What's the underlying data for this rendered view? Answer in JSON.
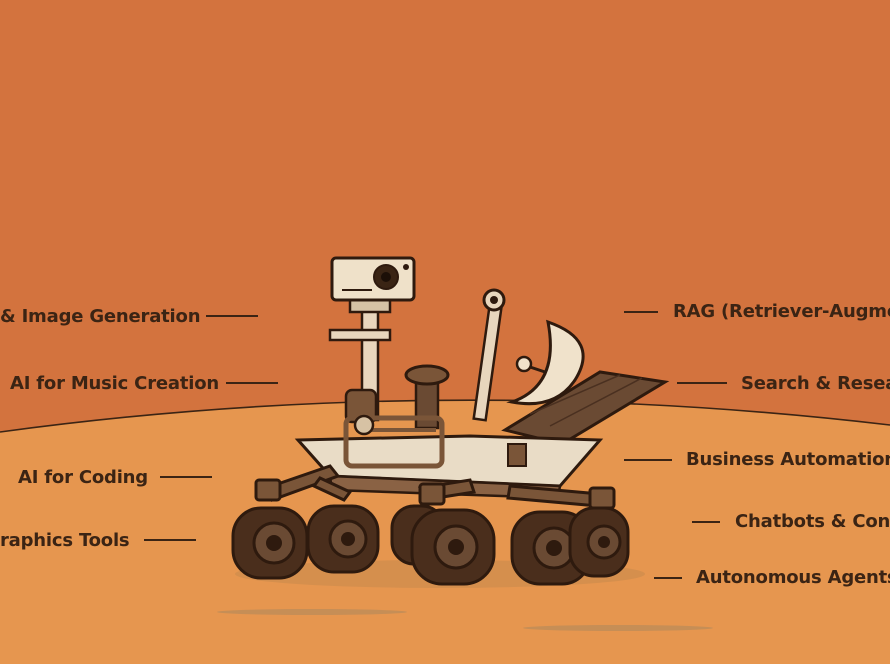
{
  "colors": {
    "sky": "#d3733e",
    "ground": "#e6964f",
    "horizon_line": "#3b2414",
    "text": "#3b2414"
  },
  "categories": {
    "left": [
      {
        "label": "& Image Generation"
      },
      {
        "label": "AI for Music Creation"
      },
      {
        "label": "AI for Coding"
      },
      {
        "label": "raphics Tools"
      }
    ],
    "right": [
      {
        "label": "RAG (Retriever-Augme"
      },
      {
        "label": "Search & Resear"
      },
      {
        "label": "Business Automation &"
      },
      {
        "label": "Chatbots & Conv"
      },
      {
        "label": "Autonomous Agents"
      }
    ]
  },
  "illustration": {
    "subject": "rover-illustration"
  }
}
